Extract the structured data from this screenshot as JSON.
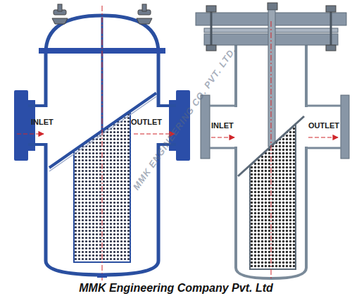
{
  "diagram": {
    "caption": "MMK Engineering Company Pvt. Ltd",
    "labels": [
      "INLET",
      "OUTLET",
      "INLET",
      "OUTLET",
      "MMK ENGINEERING CO. PVT. LTD."
    ]
  }
}
